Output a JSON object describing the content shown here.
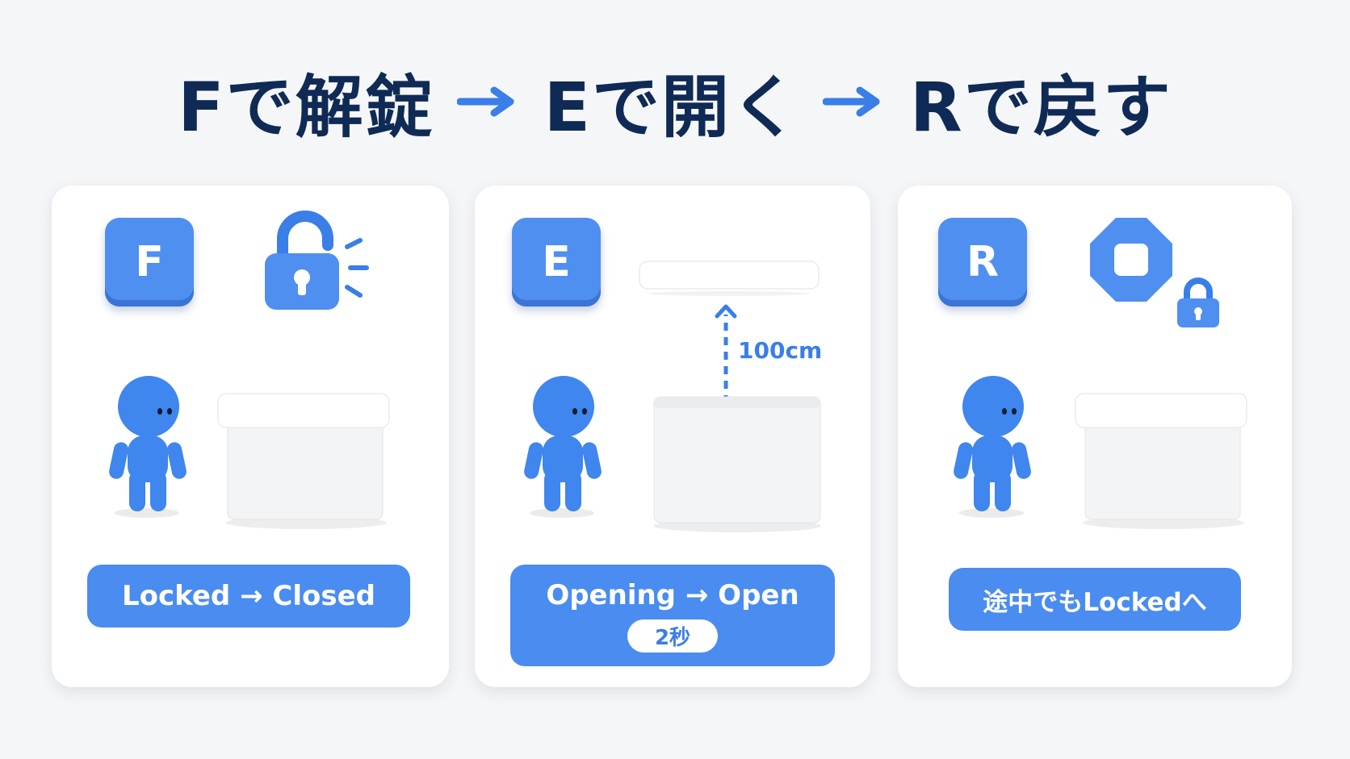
{
  "title": {
    "step1": "Fで解錠",
    "step2": "Eで開く",
    "step3": "Rで戻す"
  },
  "panels": [
    {
      "key": "F",
      "icon": "unlock-icon",
      "status": "Locked → Closed"
    },
    {
      "key": "E",
      "icon": "lid-rising-icon",
      "status": "Opening → Open",
      "duration": "2秒",
      "distance": "100cm"
    },
    {
      "key": "R",
      "icon": "stop-lock-icon",
      "status": "途中でもLockedへ"
    }
  ],
  "colors": {
    "accent": "#4a8cf0",
    "title": "#0f2a55",
    "background": "#f5f6f8"
  }
}
